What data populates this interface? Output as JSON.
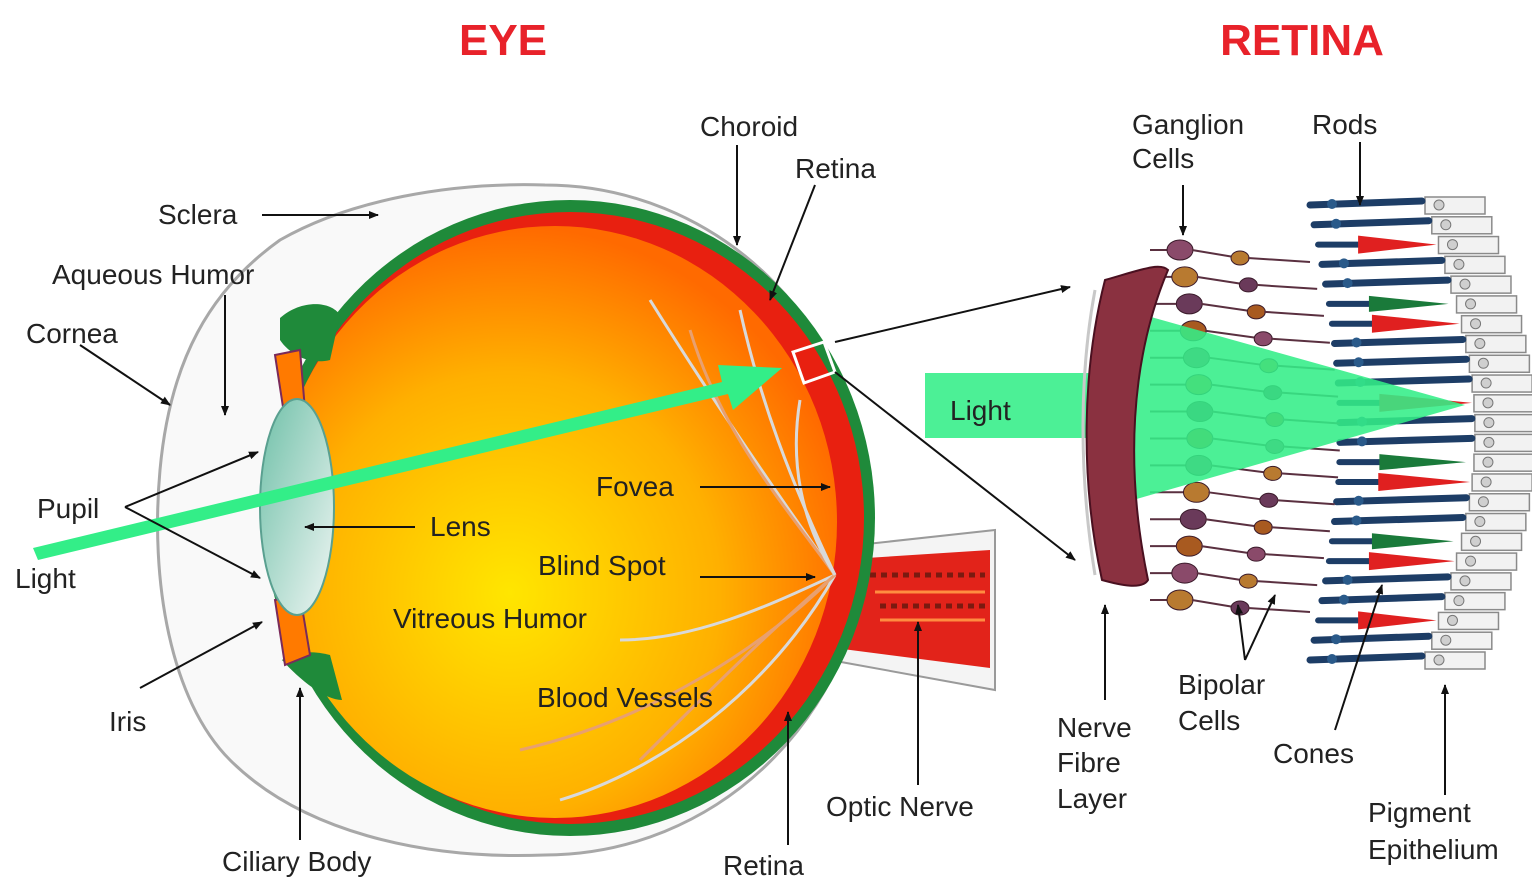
{
  "titles": {
    "eye": "EYE",
    "retina": "RETINA"
  },
  "colors": {
    "title": "#e8222a",
    "light_beam": "#33ee88",
    "vitreous_center": "#ffe200",
    "vitreous_edge": "#ff7a00",
    "retina_red": "#e82010",
    "choroid_green": "#1f8a3a",
    "sclera": "#f8f8f8",
    "rods": "#1d3d66",
    "cones_red": "#e02020",
    "cones_green": "#1a7a3a"
  },
  "eye_labels": {
    "choroid": "Choroid",
    "retina_top": "Retina",
    "sclera": "Sclera",
    "aqueous": "Aqueous Humor",
    "cornea": "Cornea",
    "pupil": "Pupil",
    "light": "Light",
    "lens": "Lens",
    "fovea": "Fovea",
    "blind_spot": "Blind Spot",
    "vitreous": "Vitreous Humor",
    "blood_vessels": "Blood Vessels",
    "iris": "Iris",
    "ciliary": "Ciliary Body",
    "retina_bottom": "Retina",
    "optic_nerve": "Optic Nerve"
  },
  "retina_labels": {
    "ganglion_line1": "Ganglion",
    "ganglion_line2": "Cells",
    "rods": "Rods",
    "light": "Light",
    "nerve_line1": "Nerve",
    "nerve_line2": "Fibre",
    "nerve_line3": "Layer",
    "bipolar_line1": "Bipolar",
    "bipolar_line2": "Cells",
    "cones": "Cones",
    "pigment_line1": "Pigment",
    "pigment_line2": "Epithelium"
  }
}
